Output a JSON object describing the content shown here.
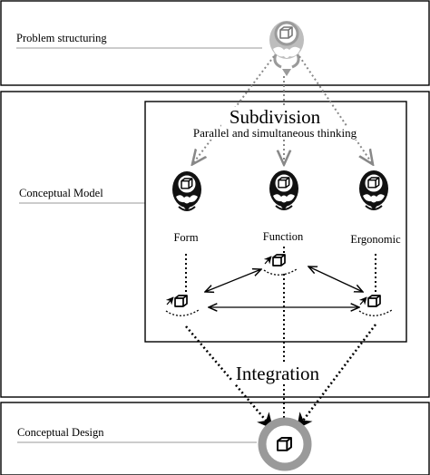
{
  "stages": [
    {
      "label": "Problem structuring"
    },
    {
      "label": "Conceptual Model"
    },
    {
      "label": "Conceptual Design"
    }
  ],
  "subdivision": {
    "title": "Subdivision",
    "subtitle": "Parallel and simultaneous thinking"
  },
  "aspects": [
    "Form",
    "Function",
    "Ergonomic"
  ],
  "integration": "Integration",
  "icons": {
    "head": "thinker-head-icon",
    "cube": "cube-icon",
    "ring": "ring-cube-icon"
  }
}
